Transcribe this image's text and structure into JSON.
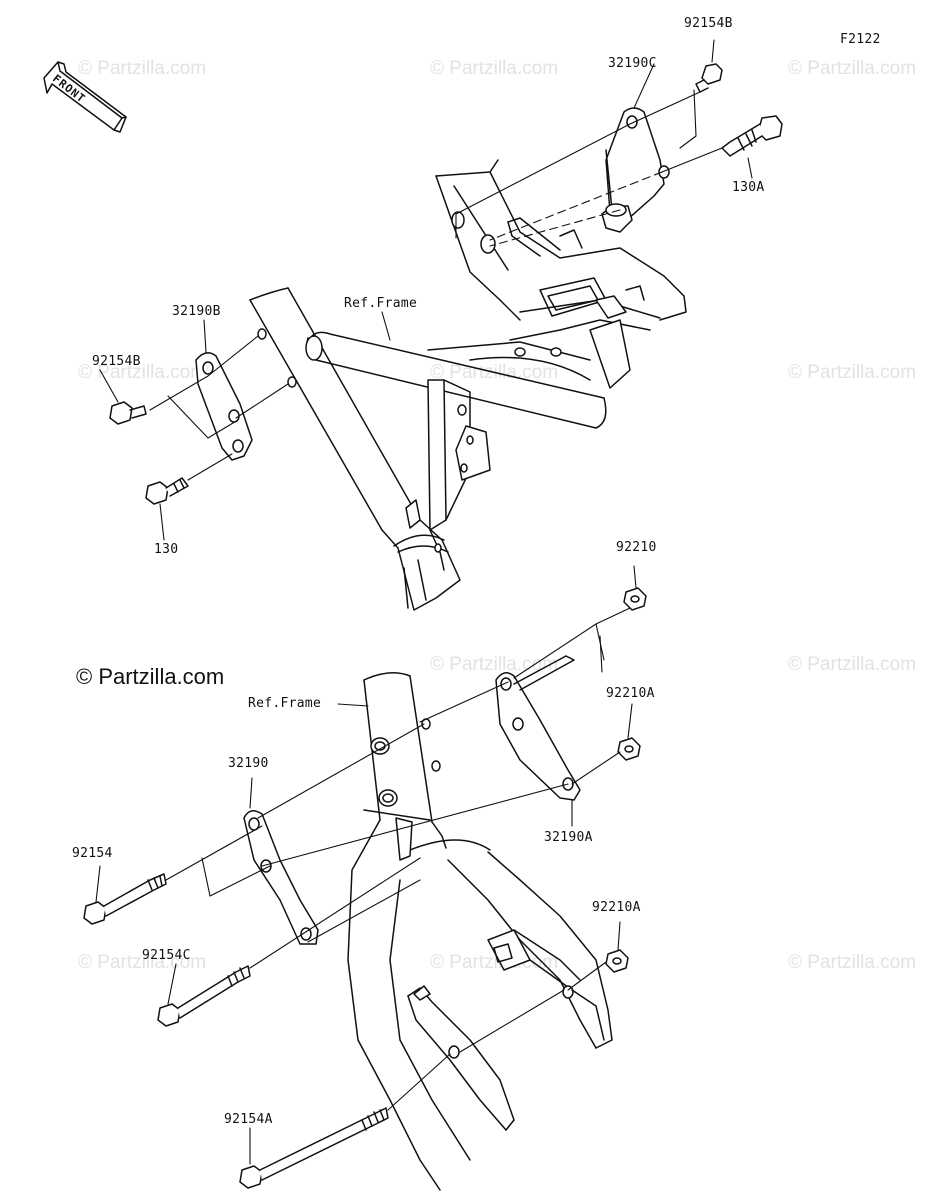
{
  "diagram_code": "F2122",
  "front_arrow_label": "FRONT",
  "brand": "© Partzilla.com",
  "watermark": "© Partzilla.com",
  "ink_color": "#111111",
  "watermark_color": "#e2e2e2",
  "ref_frame_label": "Ref.Frame",
  "parts": [
    {
      "id": "p1",
      "label": "92154B"
    },
    {
      "id": "p2",
      "label": "32190C"
    },
    {
      "id": "p3",
      "label": "130A"
    },
    {
      "id": "p4",
      "label": "32190B"
    },
    {
      "id": "p5",
      "label": "92154B"
    },
    {
      "id": "p6",
      "label": "130"
    },
    {
      "id": "p7",
      "label": "92210"
    },
    {
      "id": "p8",
      "label": "92210A"
    },
    {
      "id": "p9",
      "label": "32190"
    },
    {
      "id": "p10",
      "label": "32190A"
    },
    {
      "id": "p11",
      "label": "92154"
    },
    {
      "id": "p12",
      "label": "92210A"
    },
    {
      "id": "p13",
      "label": "92154C"
    },
    {
      "id": "p14",
      "label": "92154A"
    }
  ]
}
